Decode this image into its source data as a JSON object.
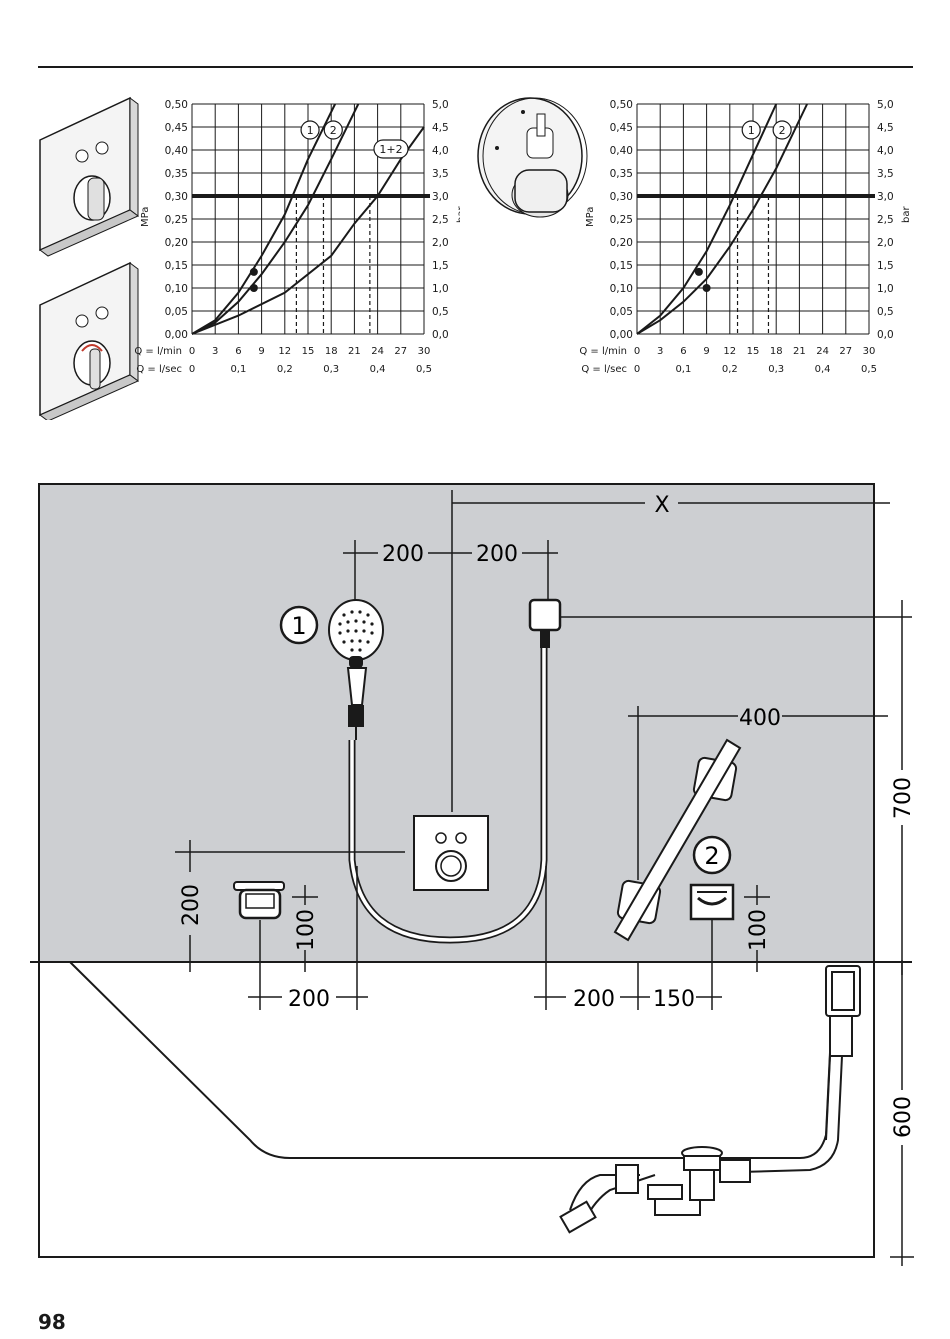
{
  "page_number": "98",
  "chart_data": [
    {
      "type": "line",
      "left_axis_label": "MPa",
      "right_axis_label": "bar",
      "xlabel_min": "Q = l/min",
      "xlabel_sec": "Q = l/sec",
      "x_ticks_min": [
        "0",
        "3",
        "6",
        "9",
        "12",
        "15",
        "18",
        "21",
        "24",
        "27",
        "30"
      ],
      "x_ticks_sec": [
        "0",
        "0,1",
        "0,2",
        "0,3",
        "0,4",
        "0,5"
      ],
      "y_ticks_mpa": [
        "0,00",
        "0,05",
        "0,10",
        "0,15",
        "0,20",
        "0,25",
        "0,30",
        "0,35",
        "0,40",
        "0,45",
        "0,50"
      ],
      "y_ticks_bar": [
        "0,0",
        "0,5",
        "1,0",
        "1,5",
        "2,0",
        "2,5",
        "3,0",
        "3,5",
        "4,0",
        "4,5",
        "5,0"
      ],
      "xlim": [
        0,
        30
      ],
      "ylim": [
        0,
        0.5
      ],
      "reference_line_mpa": 0.3,
      "series": [
        {
          "name": "1",
          "x": [
            0,
            3,
            6,
            9,
            12,
            15,
            18.5
          ],
          "y": [
            0,
            0.03,
            0.09,
            0.17,
            0.26,
            0.38,
            0.5
          ]
        },
        {
          "name": "2",
          "x": [
            0,
            3,
            6,
            9,
            12,
            15,
            18,
            21.5
          ],
          "y": [
            0,
            0.025,
            0.07,
            0.13,
            0.2,
            0.28,
            0.38,
            0.5
          ]
        },
        {
          "name": "1+2",
          "x": [
            0,
            6,
            12,
            18,
            21,
            24,
            27,
            30
          ],
          "y": [
            0,
            0.04,
            0.09,
            0.17,
            0.24,
            0.3,
            0.38,
            0.45
          ]
        }
      ],
      "markers": [
        {
          "x": 8,
          "y": 0.135
        },
        {
          "x": 8,
          "y": 0.1
        }
      ],
      "dashed_drops_x": [
        13.5,
        17,
        23
      ]
    },
    {
      "type": "line",
      "left_axis_label": "MPa",
      "right_axis_label": "bar",
      "xlabel_min": "Q = l/min",
      "xlabel_sec": "Q = l/sec",
      "x_ticks_min": [
        "0",
        "3",
        "6",
        "9",
        "12",
        "15",
        "18",
        "21",
        "24",
        "27",
        "30"
      ],
      "x_ticks_sec": [
        "0",
        "0,1",
        "0,2",
        "0,3",
        "0,4",
        "0,5"
      ],
      "y_ticks_mpa": [
        "0,00",
        "0,05",
        "0,10",
        "0,15",
        "0,20",
        "0,25",
        "0,30",
        "0,35",
        "0,40",
        "0,45",
        "0,50"
      ],
      "y_ticks_bar": [
        "0,0",
        "0,5",
        "1,0",
        "1,5",
        "2,0",
        "2,5",
        "3,0",
        "3,5",
        "4,0",
        "4,5",
        "5,0"
      ],
      "xlim": [
        0,
        30
      ],
      "ylim": [
        0,
        0.5
      ],
      "reference_line_mpa": 0.3,
      "series": [
        {
          "name": "1",
          "x": [
            0,
            3,
            6,
            9,
            12,
            15,
            18
          ],
          "y": [
            0,
            0.04,
            0.1,
            0.18,
            0.28,
            0.39,
            0.5
          ]
        },
        {
          "name": "2",
          "x": [
            0,
            3,
            6,
            9,
            12,
            15,
            18,
            22
          ],
          "y": [
            0,
            0.03,
            0.07,
            0.12,
            0.19,
            0.27,
            0.36,
            0.5
          ]
        }
      ],
      "markers": [
        {
          "x": 8,
          "y": 0.135
        },
        {
          "x": 9,
          "y": 0.1
        }
      ],
      "dashed_drops_x": [
        13,
        17
      ]
    }
  ],
  "installation": {
    "dimensions": {
      "d200_left": "200",
      "d200_right": "200",
      "x": "X",
      "d400": "400",
      "d700": "700",
      "d200_vertical": "200",
      "d100_left": "100",
      "d100_right": "100",
      "d200_bottom_left": "200",
      "d200_bottom_mid": "200",
      "d150": "150",
      "d600": "600"
    },
    "callouts": {
      "one": "1",
      "two": "2"
    },
    "colors": {
      "wall": "#cdcfd2",
      "line": "#1a1a1a",
      "background": "#ffffff"
    }
  }
}
